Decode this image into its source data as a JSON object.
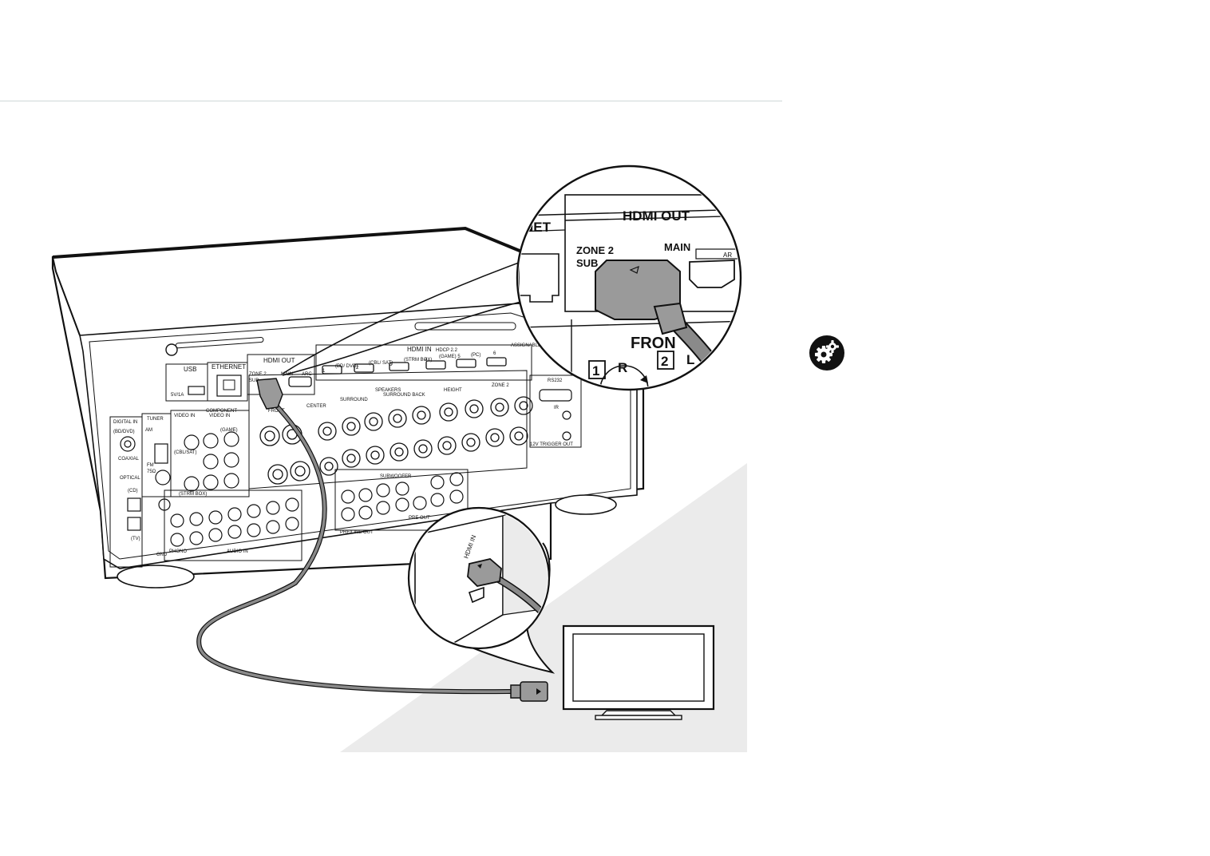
{
  "receiver": {
    "panels": {
      "usb": "USB",
      "usb_port": "5V/1A",
      "ethernet": "ETHERNET",
      "hdmi_out": "HDMI OUT",
      "zone2_sub": [
        "ZONE 2",
        "SUB"
      ],
      "main": "MAIN",
      "arc": "ARC",
      "hdmi_in": "HDMI IN",
      "hdmi_in_badge": "HDCP 2.2",
      "assignable": "ASSIGNABLE",
      "hdmi_in_ports": [
        "1",
        "(BD/\nDVD)",
        "2",
        "(CBL/\nSAT)",
        "3",
        "(STRM\nBOX)",
        "4",
        "(GAME) 5",
        "(PC)",
        "6"
      ],
      "digital_in": "DIGITAL IN",
      "bd_dvd": "(BD/DVD)",
      "coaxial": "COAXIAL",
      "optical": "OPTICAL",
      "cd": "(CD)",
      "tv": "(TV)",
      "tuner": "TUNER",
      "am": "AM",
      "fm": "FM",
      "fm_ohm": "75Ω",
      "video_in": "VIDEO IN",
      "component_video_in": [
        "COMPONENT",
        "VIDEO IN"
      ],
      "cbl_sat": "(CBL/SAT)",
      "strm_box": "(STRM BOX)",
      "game": "(GAME)",
      "speakers": "SPEAKERS",
      "front": "FRONT",
      "center": "CENTER",
      "surround": "SURROUND",
      "surround_back": "SURROUND BACK",
      "height": "HEIGHT",
      "zone2": "ZONE 2",
      "rs232": "RS232",
      "ir": "IR",
      "trigger": "12V TRIGGER OUT",
      "phono": "PHONO",
      "audio_in": "AUDIO IN",
      "pre_line_out": "PRE/LINE OUT",
      "pre_out": "PRE OUT",
      "subwoofer": "SUBWOOFER",
      "gnd": "GND"
    }
  },
  "zoom_callout": {
    "ethernet_partial": "NET",
    "hdmi_out": "HDMI OUT",
    "zone2": "ZONE 2",
    "sub": "SUB",
    "main": "MAIN",
    "arc_partial": "AR",
    "front_partial": "FRON",
    "ch1": "1",
    "r": "R",
    "ch2": "2",
    "l": "L"
  },
  "tv_callout": {
    "hdmi_in": "HDMI IN"
  },
  "colors": {
    "line": "#111111",
    "floor": "#ebebeb",
    "cable": "#8a8a8a",
    "plug": "#9a9a9a",
    "rule": "#cfd8d8"
  },
  "icons": [
    "gear-settings-icon"
  ]
}
